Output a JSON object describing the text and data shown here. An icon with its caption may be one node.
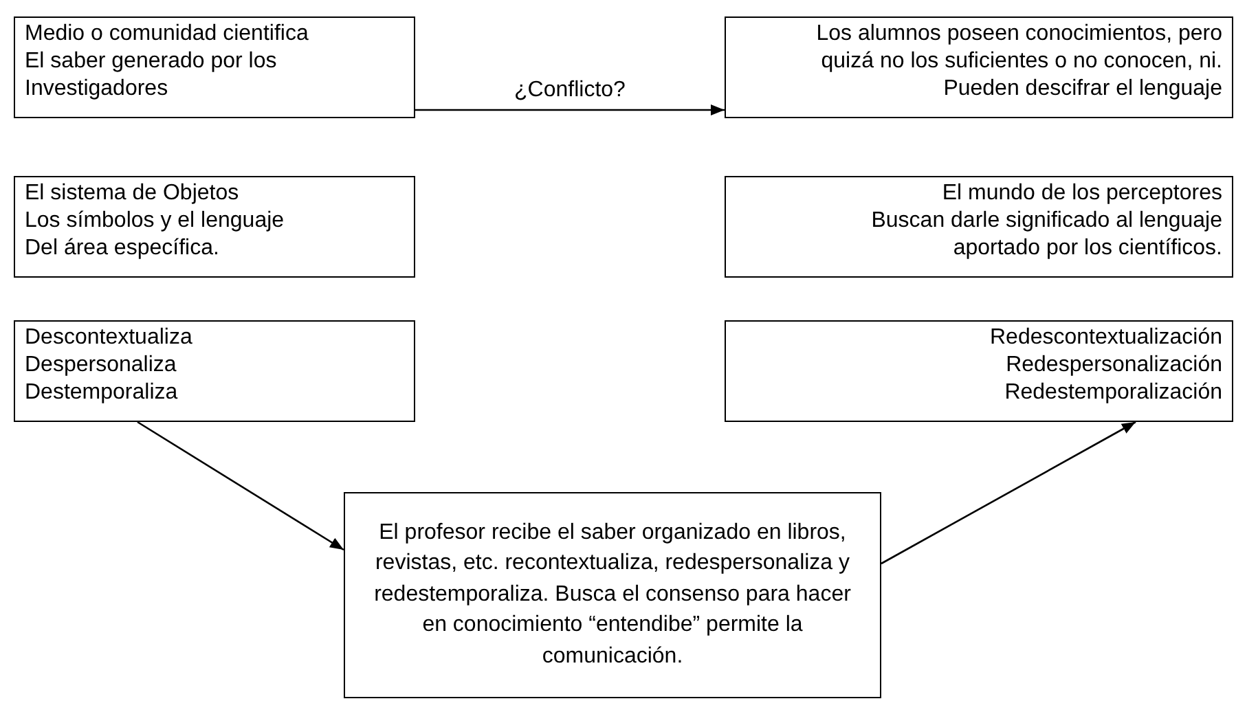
{
  "diagram": {
    "nodes": [
      {
        "text": [
          "Medio o comunidad cientifica",
          "El saber generado por los",
          "Investigadores"
        ]
      },
      {
        "text": [
          "Los alumnos poseen conocimientos, pero",
          "quizá no los suficientes o no conocen, ni.",
          "Pueden descifrar el lenguaje"
        ]
      },
      {
        "text": [
          "El sistema de Objetos",
          "Los símbolos y el lenguaje",
          "Del área específica."
        ]
      },
      {
        "text": [
          "El mundo de los perceptores",
          "Buscan darle significado al lenguaje",
          "aportado por los científicos."
        ]
      },
      {
        "text": [
          "Descontextualiza",
          "Despersonaliza",
          "Destemporaliza"
        ]
      },
      {
        "text": [
          "Redescontextualización",
          "Redespersonalización",
          "Redestemporalización"
        ]
      },
      {
        "text": [
          "El profesor recibe el saber organizado en libros, revistas, etc. recontextualiza, redespersonaliza y redestemporaliza. Busca el consenso para hacer en conocimiento “entendibe” permite la comunicación."
        ]
      }
    ],
    "edges": [
      {
        "from": 0,
        "to": 1,
        "arrow": "to",
        "label": "¿Conflicto?"
      },
      {
        "from": 4,
        "to": 6,
        "arrow": "to"
      },
      {
        "from": 6,
        "to": 5,
        "arrow": "to"
      }
    ]
  }
}
